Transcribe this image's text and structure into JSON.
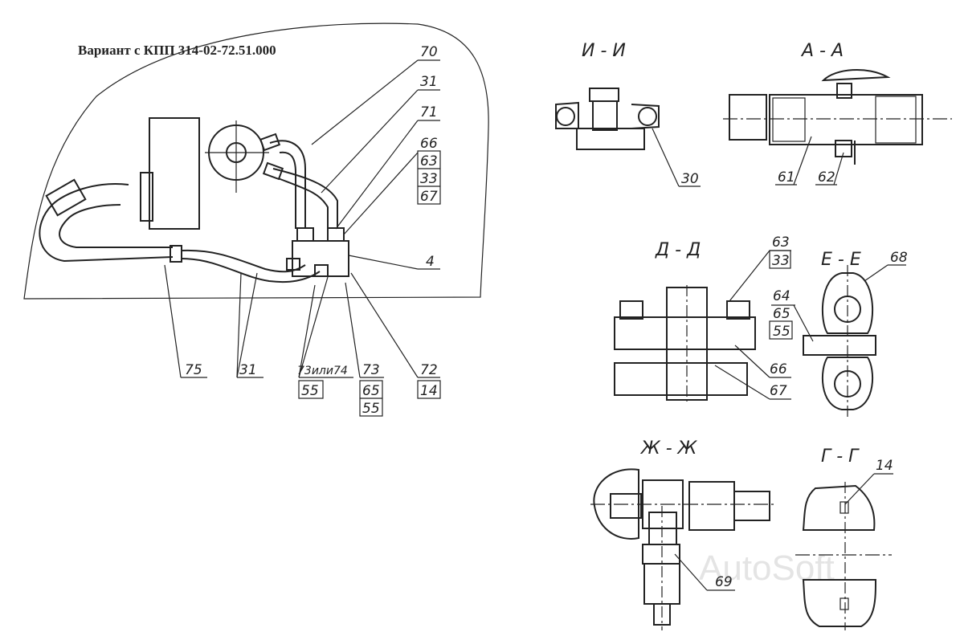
{
  "title": "Вариант с КПП 314-02-72.51.000",
  "sections": {
    "ii": "И - И",
    "aa": "А - А",
    "dd": "Д - Д",
    "ee": "Е - Е",
    "zhzh": "Ж - Ж",
    "gg": "Г - Г"
  },
  "labels": {
    "l70": "70",
    "l31a": "31",
    "l71": "71",
    "l66a": "66",
    "l63a": "63",
    "l33a": "33",
    "l67a": "67",
    "l4": "4",
    "l75": "75",
    "l31b": "31",
    "l7374": "73или74",
    "l55a": "55",
    "l73": "73",
    "l65a": "65",
    "l55b": "55",
    "l72": "72",
    "l14a": "14",
    "l30": "30",
    "l61": "61",
    "l62": "62",
    "l63b": "63",
    "l33b": "33",
    "l68": "68",
    "l64": "64",
    "l65b": "65",
    "l55c": "55",
    "l66b": "66",
    "l67b": "67",
    "l69": "69",
    "l14b": "14"
  },
  "watermark": "AutoSoft"
}
